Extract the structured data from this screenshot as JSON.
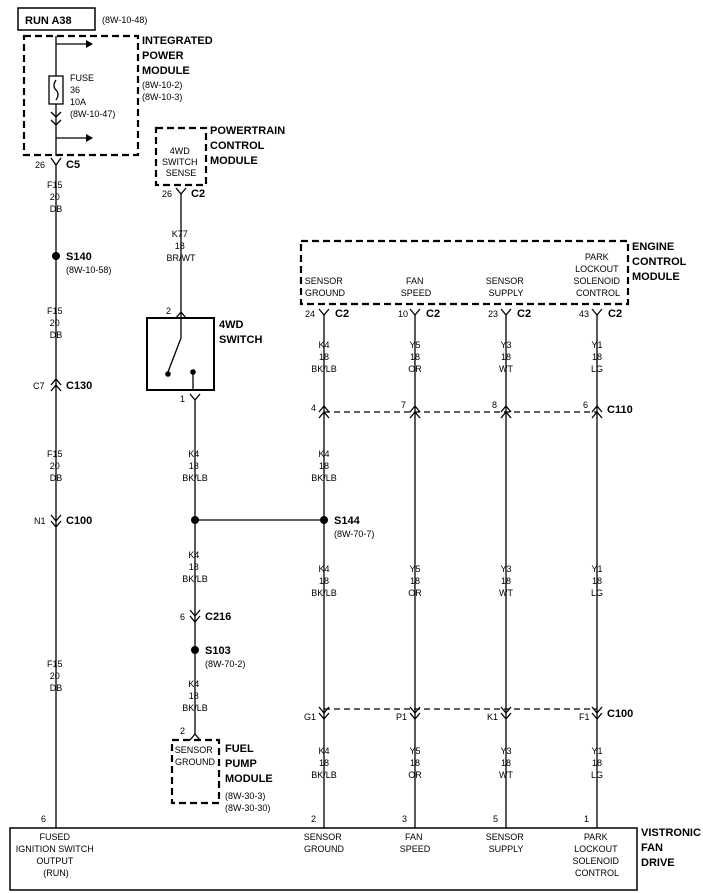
{
  "header": {
    "title": "RUN A38",
    "ref": "(8W-10-48)"
  },
  "components": {
    "ipm": {
      "name": [
        "INTEGRATED",
        "POWER",
        "MODULE"
      ],
      "refs": [
        "(8W-10-2)",
        "(8W-10-3)"
      ]
    },
    "fuse": {
      "label": [
        "FUSE",
        "36",
        "10A",
        "(8W-10-47)"
      ]
    },
    "pcm": {
      "name": [
        "POWERTRAIN",
        "CONTROL",
        "MODULE"
      ],
      "inner": [
        "4WD",
        "SWITCH",
        "SENSE"
      ]
    },
    "switch4wd": {
      "name": [
        "4WD",
        "SWITCH"
      ]
    },
    "ecm": {
      "name": [
        "ENGINE",
        "CONTROL",
        "MODULE"
      ],
      "pins": {
        "sensor_ground": [
          "SENSOR",
          "GROUND"
        ],
        "fan_speed": [
          "FAN",
          "SPEED"
        ],
        "sensor_supply": [
          "SENSOR",
          "SUPPLY"
        ],
        "park_lockout": [
          "PARK",
          "LOCKOUT",
          "SOLENOID",
          "CONTROL"
        ]
      }
    },
    "fuel_pump": {
      "name": [
        "FUEL",
        "PUMP",
        "MODULE"
      ],
      "inner": [
        "SENSOR",
        "GROUND"
      ],
      "refs": [
        "(8W-30-3)",
        "(8W-30-30)"
      ]
    },
    "vistronic": {
      "name": [
        "VISTRONIC",
        "FAN",
        "DRIVE"
      ],
      "pins": {
        "fused_ign": [
          "FUSED",
          "IGNITION SWITCH",
          "OUTPUT",
          "(RUN)"
        ],
        "sensor_ground": [
          "SENSOR",
          "GROUND"
        ],
        "fan_speed": [
          "FAN",
          "SPEED"
        ],
        "sensor_supply": [
          "SENSOR",
          "SUPPLY"
        ],
        "park_lockout": [
          "PARK",
          "LOCKOUT",
          "SOLENOID",
          "CONTROL"
        ]
      }
    }
  },
  "connectors": {
    "c5": "C5",
    "c2": "C2",
    "c130": "C130",
    "c100": "C100",
    "c110": "C110",
    "c216": "C216"
  },
  "pins": {
    "c5": "26",
    "pcm_c2": "26",
    "sw_in": "2",
    "sw_out": "1",
    "c130": "C7",
    "c100_f15": "N1",
    "ecm_sg": "24",
    "ecm_fs": "10",
    "ecm_ss": "23",
    "ecm_pl": "43",
    "c110_sg": "4",
    "c110_fs": "7",
    "c110_ss": "8",
    "c110_pl": "6",
    "c216": "6",
    "fp": "2",
    "c100_sg": "G1",
    "c100_fs": "P1",
    "c100_ss": "K1",
    "c100_pl": "F1",
    "vfd_ign": "6",
    "vfd_sg": "2",
    "vfd_fs": "3",
    "vfd_ss": "5",
    "vfd_pl": "1"
  },
  "splices": {
    "s140": {
      "name": "S140",
      "ref": "(8W-10-58)"
    },
    "s144": {
      "name": "S144",
      "ref": "(8W-70-7)"
    },
    "s103": {
      "name": "S103",
      "ref": "(8W-70-2)"
    }
  },
  "wires": {
    "f15": [
      "F15",
      "20",
      "DB"
    ],
    "k77": [
      "K77",
      "18",
      "BR/WT"
    ],
    "k4": [
      "K4",
      "18",
      "BK/LB"
    ],
    "y5": [
      "Y5",
      "18",
      "OR"
    ],
    "y3": [
      "Y3",
      "18",
      "WT"
    ],
    "y1": [
      "Y1",
      "18",
      "LG"
    ]
  }
}
